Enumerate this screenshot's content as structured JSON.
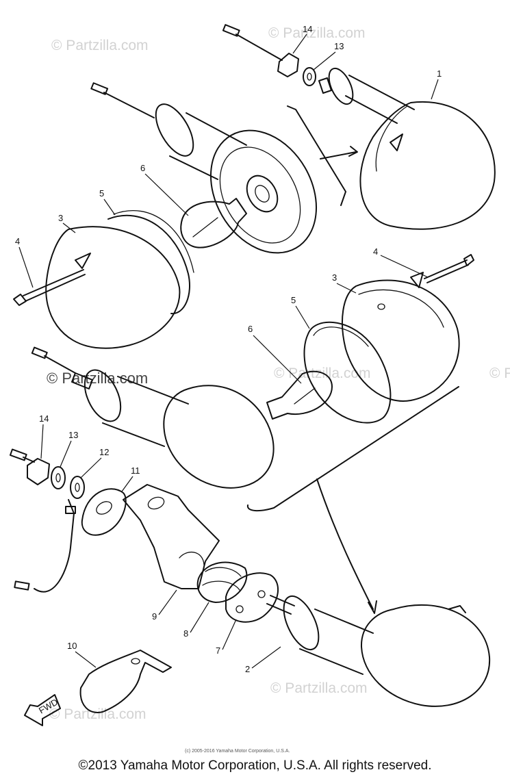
{
  "watermarks": {
    "faint": "© Partzilla.com",
    "strong": "© Partzilla.com"
  },
  "callouts": {
    "c1": "1",
    "c2": "2",
    "c3a": "3",
    "c3b": "3",
    "c4a": "4",
    "c4b": "4",
    "c5a": "5",
    "c5b": "5",
    "c6a": "6",
    "c6b": "6",
    "c7": "7",
    "c8": "8",
    "c9": "9",
    "c10": "10",
    "c11": "11",
    "c12": "12",
    "c13a": "13",
    "c13b": "13",
    "c14a": "14",
    "c14b": "14"
  },
  "fwd_label": "FWD",
  "small_copyright": "(c) 2005-2016 Yamaha Motor Corporation, U.S.A.",
  "footer_copyright": "©2013 Yamaha Motor Corporation, U.S.A. All rights reserved."
}
